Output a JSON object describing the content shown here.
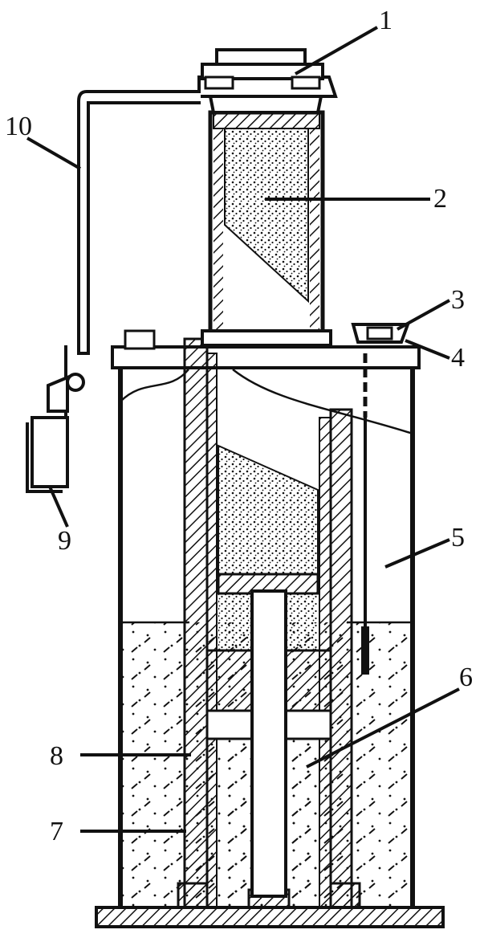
{
  "callouts": [
    {
      "id": "1",
      "label": "1"
    },
    {
      "id": "2",
      "label": "2"
    },
    {
      "id": "3",
      "label": "3"
    },
    {
      "id": "4",
      "label": "4"
    },
    {
      "id": "5",
      "label": "5"
    },
    {
      "id": "6",
      "label": "6"
    },
    {
      "id": "7",
      "label": "7"
    },
    {
      "id": "8",
      "label": "8"
    },
    {
      "id": "9",
      "label": "9"
    },
    {
      "id": "10",
      "label": "10"
    }
  ],
  "colors": {
    "ink": "#111111",
    "background": "#ffffff"
  }
}
